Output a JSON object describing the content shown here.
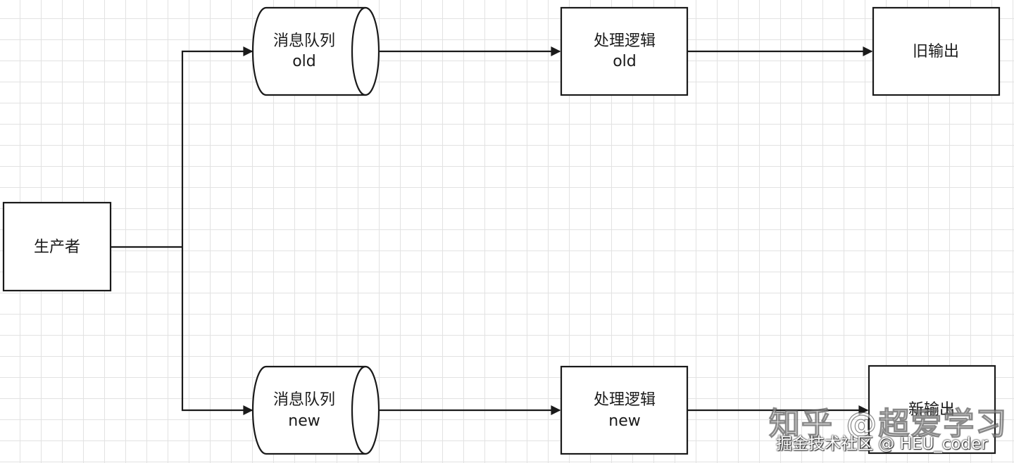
{
  "nodes": {
    "producer": {
      "label": "生产者"
    },
    "queue_old": {
      "line1": "消息队列",
      "line2": "old"
    },
    "logic_old": {
      "line1": "处理逻辑",
      "line2": "old"
    },
    "output_old": {
      "label": "旧输出"
    },
    "queue_new": {
      "line1": "消息队列",
      "line2": "new"
    },
    "logic_new": {
      "line1": "处理逻辑",
      "line2": "new"
    },
    "output_new": {
      "label": "新输出"
    }
  },
  "watermarks": {
    "zhihu": "知乎 @超爱学习",
    "juejin": "掘金技术社区 @ HEU_coder"
  },
  "colors": {
    "stroke": "#1a1a1a",
    "grid": "#e2e2e2",
    "background": "#ffffff"
  }
}
